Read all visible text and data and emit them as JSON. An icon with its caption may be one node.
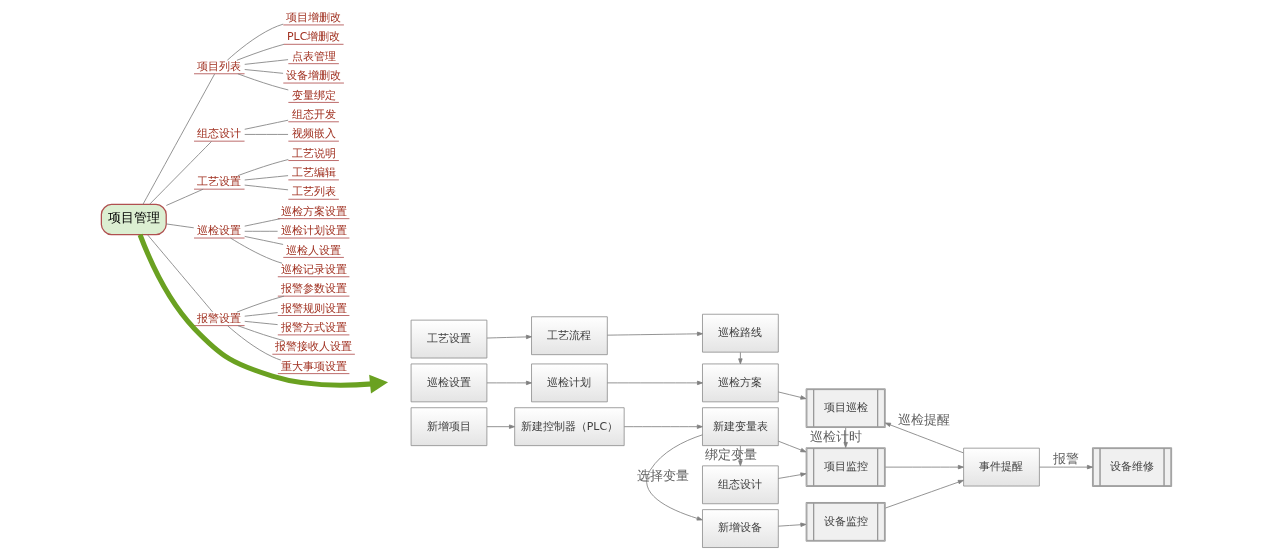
{
  "diagram": {
    "nodes": [
      {
        "text": [
          "项目管理"
        ]
      },
      {
        "text": [
          "项目列表"
        ]
      },
      {
        "text": [
          "项目增删改"
        ]
      },
      {
        "text": [
          "PLC增删改"
        ]
      },
      {
        "text": [
          "点表管理"
        ]
      },
      {
        "text": [
          "设备增删改"
        ]
      },
      {
        "text": [
          "变量绑定"
        ]
      },
      {
        "text": [
          "组态设计"
        ]
      },
      {
        "text": [
          "组态开发"
        ]
      },
      {
        "text": [
          "视频嵌入"
        ]
      },
      {
        "text": [
          "工艺设置"
        ]
      },
      {
        "text": [
          "工艺编辑"
        ]
      },
      {
        "text": [
          "工艺列表"
        ]
      },
      {
        "text": [
          "工艺说明"
        ]
      },
      {
        "text": [
          "巡检设置"
        ]
      },
      {
        "text": [
          "巡检方案设置"
        ]
      },
      {
        "text": [
          "巡检计划设置"
        ]
      },
      {
        "text": [
          "巡检人设置"
        ]
      },
      {
        "text": [
          "巡检记录设置"
        ]
      },
      {
        "text": [
          "报警设置"
        ]
      },
      {
        "text": [
          "报警参数设置"
        ]
      },
      {
        "text": [
          "报警规则设置"
        ]
      },
      {
        "text": [
          "报警方式设置"
        ]
      },
      {
        "text": [
          "报警接收人设置"
        ]
      },
      {
        "text": [
          "重大事项设置"
        ]
      },
      {
        "text": [
          "巡检设置"
        ]
      },
      {
        "text": [
          "巡检计划"
        ]
      },
      {
        "text": [
          "巡检方案"
        ]
      },
      {
        "text": [
          "项目巡检"
        ]
      },
      {
        "text": [
          "工艺设置"
        ]
      },
      {
        "text": [
          "工艺流程"
        ]
      },
      {
        "text": [
          "巡检路线"
        ]
      },
      {
        "text": [
          "组态设计"
        ]
      },
      {
        "text": [
          "新增项目"
        ]
      },
      {
        "text": [
          "新建控制器（PLC）"
        ]
      },
      {
        "text": [
          "新建变量表"
        ]
      },
      {
        "text": [
          "项目监控"
        ]
      },
      {
        "text": [
          "事件提醒"
        ]
      },
      {
        "text": [
          "设备维修"
        ]
      },
      {
        "text": [
          "新增设备"
        ]
      },
      {
        "text": [
          "设备监控"
        ]
      }
    ],
    "edges": [
      {
        "from": 0,
        "to": 1,
        "arrow": "none"
      },
      {
        "from": 1,
        "to": 2,
        "arrow": "none"
      },
      {
        "from": 1,
        "to": 3,
        "arrow": "none"
      },
      {
        "from": 1,
        "to": 4,
        "arrow": "none"
      },
      {
        "from": 1,
        "to": 5,
        "arrow": "none"
      },
      {
        "from": 1,
        "to": 6,
        "arrow": "none"
      },
      {
        "from": 0,
        "to": 7,
        "arrow": "none"
      },
      {
        "from": 7,
        "to": 8,
        "arrow": "none"
      },
      {
        "from": 7,
        "to": 9,
        "arrow": "none"
      },
      {
        "from": 0,
        "to": 10,
        "arrow": "none"
      },
      {
        "from": 10,
        "to": 11,
        "arrow": "none"
      },
      {
        "from": 10,
        "to": 12,
        "arrow": "none"
      },
      {
        "from": 10,
        "to": 13,
        "arrow": "none"
      },
      {
        "from": 0,
        "to": 14,
        "arrow": "none"
      },
      {
        "from": 14,
        "to": 15,
        "arrow": "none"
      },
      {
        "from": 14,
        "to": 16,
        "arrow": "none"
      },
      {
        "from": 14,
        "to": 17,
        "arrow": "none"
      },
      {
        "from": 14,
        "to": 18,
        "arrow": "none"
      },
      {
        "from": 0,
        "to": 19,
        "arrow": "none"
      },
      {
        "from": 19,
        "to": 20,
        "arrow": "none"
      },
      {
        "from": 19,
        "to": 21,
        "arrow": "none"
      },
      {
        "from": 19,
        "to": 22,
        "arrow": "none"
      },
      {
        "from": 19,
        "to": 23,
        "arrow": "none"
      },
      {
        "from": 19,
        "to": 24,
        "arrow": "none"
      },
      {
        "from": 0,
        "to": null,
        "arrow": "to",
        "style": "thick",
        "color": "#6aa121"
      },
      {
        "from": 25,
        "to": 26,
        "arrow": "to"
      },
      {
        "from": 26,
        "to": 27,
        "arrow": "to"
      },
      {
        "from": 27,
        "to": 28,
        "arrow": "to"
      },
      {
        "from": 29,
        "to": 30,
        "arrow": "to"
      },
      {
        "from": 30,
        "to": 31,
        "arrow": "to"
      },
      {
        "from": 31,
        "to": 27,
        "arrow": "to"
      },
      {
        "from": 28,
        "to": 36,
        "arrow": "to",
        "label": "巡检计时"
      },
      {
        "from": 32,
        "to": 36,
        "arrow": "to"
      },
      {
        "from": 35,
        "to": 32,
        "arrow": "to",
        "label": "绑定变量"
      },
      {
        "from": 33,
        "to": 34,
        "arrow": "to"
      },
      {
        "from": 34,
        "to": 35,
        "arrow": "to"
      },
      {
        "from": 35,
        "to": 36,
        "arrow": "to"
      },
      {
        "from": 36,
        "to": 37,
        "arrow": "to"
      },
      {
        "from": 37,
        "to": 38,
        "arrow": "to",
        "label": "报警"
      },
      {
        "from": 35,
        "to": 39,
        "arrow": "to",
        "label": "选择变量"
      },
      {
        "from": 39,
        "to": 40,
        "arrow": "to"
      },
      {
        "from": 40,
        "to": 37,
        "arrow": "to"
      },
      {
        "from": 37,
        "to": 28,
        "arrow": "to",
        "label": "巡检提醒"
      }
    ]
  }
}
